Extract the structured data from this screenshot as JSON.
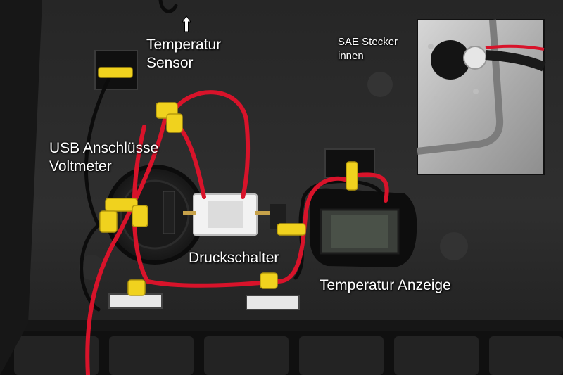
{
  "labels": {
    "temperature_sensor": [
      "Temperatur",
      "Sensor"
    ],
    "usb_voltmeter": [
      "USB Anschlüsse",
      "Voltmeter"
    ],
    "push_switch": "Druckschalter",
    "temperature_display": "Temperatur Anzeige",
    "sae_connector": [
      "SAE Stecker",
      "innen"
    ]
  },
  "icons": {
    "sensor_arrow": "up-arrow-icon"
  },
  "colors": {
    "case": "#2a2a2a",
    "wire_red": "#d8132a",
    "wire_black": "#101010",
    "zip_tie": "#f0d21e",
    "label_text": "#ffffff"
  }
}
